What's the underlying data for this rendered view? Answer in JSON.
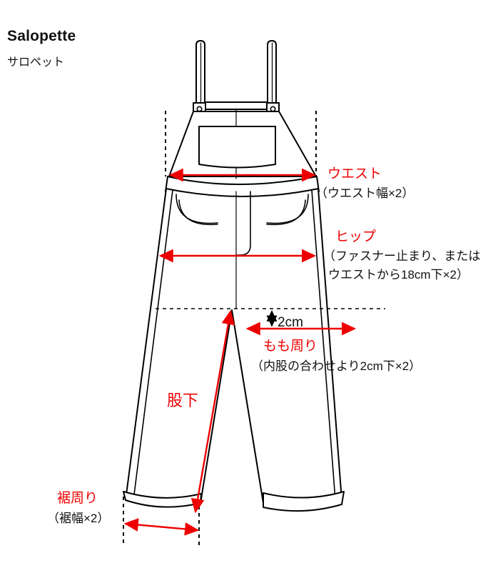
{
  "page": {
    "background_color": "#ffffff",
    "accent_color": "#ee0000",
    "line_color": "#000000"
  },
  "header": {
    "title_en": "Salopette",
    "title_ja": "サロペット"
  },
  "measurements": [
    {
      "id": "waist",
      "label": "ウエスト",
      "note": "（ウエスト幅×2）",
      "note_lines": [
        "（ウエスト幅×2）"
      ]
    },
    {
      "id": "hip",
      "label": "ヒップ",
      "note_lines": [
        "（ファスナー止まり、または",
        "ウエストから18cm下×2）"
      ]
    },
    {
      "id": "thigh",
      "label": "もも周り",
      "offset_label": "2cm",
      "note_lines": [
        "（内股の合わせより2cm下×2）"
      ]
    },
    {
      "id": "inseam",
      "label": "股下",
      "note_lines": []
    },
    {
      "id": "hem",
      "label": "裾周り",
      "note_lines": [
        "（裾幅×2）"
      ]
    }
  ],
  "diagram": {
    "name": "salopette-technical-drawing",
    "parts": [
      "left-strap",
      "right-strap",
      "left-strap-buckle",
      "right-strap-buckle",
      "bib-panel",
      "bib-pocket",
      "waistband",
      "left-front-pocket",
      "right-front-pocket",
      "fly",
      "left-leg",
      "right-leg",
      "left-hem",
      "right-hem"
    ]
  }
}
